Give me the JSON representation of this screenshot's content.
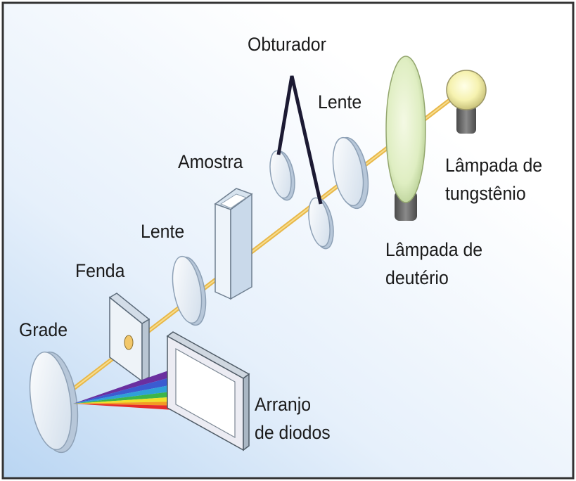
{
  "labels": {
    "obturador": "Obturador",
    "lente_top": "Lente",
    "amostra": "Amostra",
    "lampada_tungstenio_1": "Lâmpada de",
    "lampada_tungstenio_2": "tungstênio",
    "lente_mid": "Lente",
    "lampada_deuterio_1": "Lâmpada de",
    "lampada_deuterio_2": "deutério",
    "fenda": "Fenda",
    "grade": "Grade",
    "arranjo_1": "Arranjo",
    "arranjo_2": "de diodos"
  },
  "colors": {
    "beam": "#e8b84a",
    "background_tint": "#cfe2f7",
    "frame_border": "#333333",
    "spectrum": [
      "#6a2fa0",
      "#3b5bd1",
      "#2fa0d8",
      "#3db54a",
      "#f0e02a",
      "#f39a23",
      "#e52b2b"
    ]
  }
}
